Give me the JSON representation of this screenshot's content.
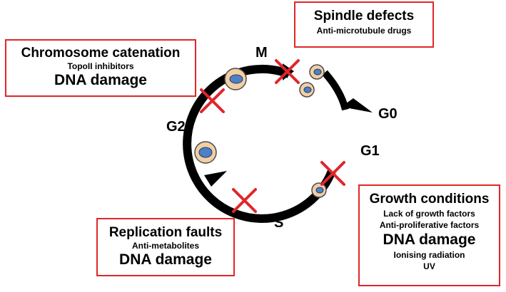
{
  "phases": {
    "m": "M",
    "g0": "G0",
    "g1": "G1",
    "s": "S",
    "g2": "G2"
  },
  "boxes": {
    "chromosome": {
      "title": "Chromosome catenation",
      "lines": [
        "TopoII inhibitors"
      ],
      "emphasis": "DNA damage"
    },
    "spindle": {
      "title": "Spindle defects",
      "lines": [
        "Anti-microtubule drugs"
      ]
    },
    "replication": {
      "title": "Replication faults",
      "lines": [
        "Anti-metabolites"
      ],
      "emphasis": "DNA damage"
    },
    "growth": {
      "title": "Growth conditions",
      "lines": [
        "Lack of growth factors",
        "Anti-proliferative factors"
      ],
      "emphasis": "DNA damage",
      "lines_after": [
        "Ionising radiation",
        "UV"
      ]
    }
  },
  "colors": {
    "cycle_arrow": "#000000",
    "checkpoint_cross": "#e0262a",
    "box_border": "#e0262a",
    "cell_fill": "#f2cfa3",
    "cell_outline": "#4a4a4a",
    "nucleus_fill": "#4f7fc4",
    "nucleus_outline": "#1f3c6e"
  }
}
